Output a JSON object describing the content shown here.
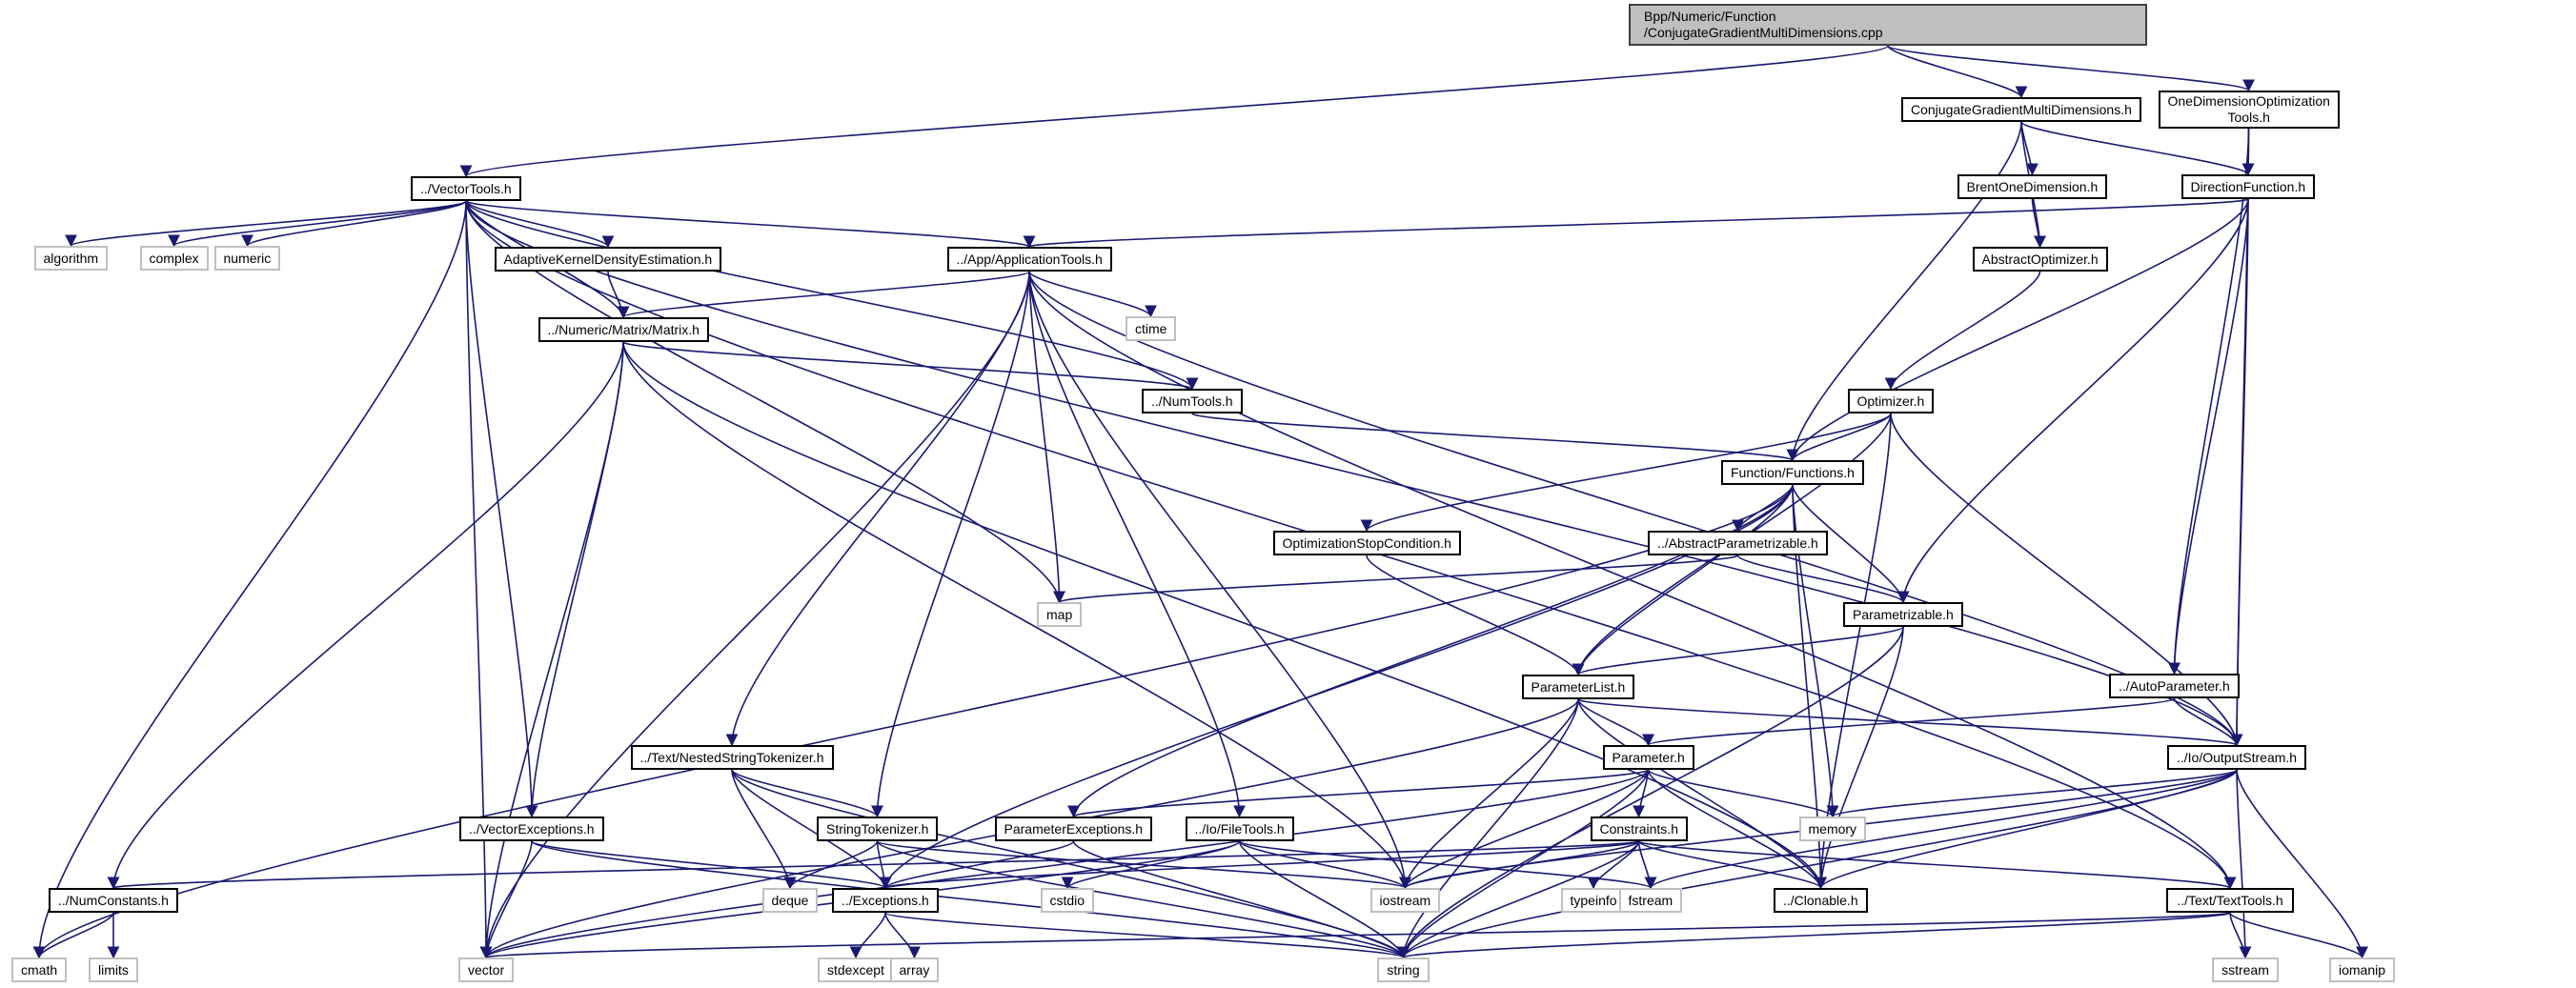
{
  "diagram": {
    "title": "Bpp/Numeric/Function/ConjugateGradientMultiDimensions.cpp include dependency graph",
    "colors": {
      "edge": "#191970",
      "root_fill": "#bfbfbf",
      "node_border": "#000000",
      "external_border": "#bfbfbf"
    },
    "nodes": [
      {
        "id": "root",
        "label": "Bpp/Numeric/Function\n/ConjugateGradientMultiDimensions.cpp",
        "kind": "root"
      },
      {
        "id": "cgmd",
        "label": "ConjugateGradientMultiDimensions.h",
        "kind": "file"
      },
      {
        "id": "odot",
        "label": "OneDimensionOptimization\nTools.h",
        "kind": "file"
      },
      {
        "id": "vectortools",
        "label": "../VectorTools.h",
        "kind": "file"
      },
      {
        "id": "brent",
        "label": "BrentOneDimension.h",
        "kind": "file"
      },
      {
        "id": "direction",
        "label": "DirectionFunction.h",
        "kind": "file"
      },
      {
        "id": "algorithm",
        "label": "algorithm",
        "kind": "ext"
      },
      {
        "id": "complex",
        "label": "complex",
        "kind": "ext"
      },
      {
        "id": "numeric",
        "label": "numeric",
        "kind": "ext"
      },
      {
        "id": "akde",
        "label": "AdaptiveKernelDensityEstimation.h",
        "kind": "file"
      },
      {
        "id": "apptools",
        "label": "../App/ApplicationTools.h",
        "kind": "file"
      },
      {
        "id": "absopt",
        "label": "AbstractOptimizer.h",
        "kind": "file"
      },
      {
        "id": "ctime",
        "label": "ctime",
        "kind": "ext"
      },
      {
        "id": "matrix",
        "label": "../Numeric/Matrix/Matrix.h",
        "kind": "file"
      },
      {
        "id": "numtools",
        "label": "../NumTools.h",
        "kind": "file"
      },
      {
        "id": "optimizer",
        "label": "Optimizer.h",
        "kind": "file"
      },
      {
        "id": "functions",
        "label": "Function/Functions.h",
        "kind": "file"
      },
      {
        "id": "optstop",
        "label": "OptimizationStopCondition.h",
        "kind": "file"
      },
      {
        "id": "absparam",
        "label": "../AbstractParametrizable.h",
        "kind": "file"
      },
      {
        "id": "map",
        "label": "map",
        "kind": "ext"
      },
      {
        "id": "parametrizable",
        "label": "Parametrizable.h",
        "kind": "file"
      },
      {
        "id": "paramlist",
        "label": "ParameterList.h",
        "kind": "file"
      },
      {
        "id": "autoparam",
        "label": "../AutoParameter.h",
        "kind": "file"
      },
      {
        "id": "nested",
        "label": "../Text/NestedStringTokenizer.h",
        "kind": "file"
      },
      {
        "id": "parameter",
        "label": "Parameter.h",
        "kind": "file"
      },
      {
        "id": "outputstream",
        "label": "../Io/OutputStream.h",
        "kind": "file"
      },
      {
        "id": "vecexc",
        "label": "../VectorExceptions.h",
        "kind": "file"
      },
      {
        "id": "strtok",
        "label": "StringTokenizer.h",
        "kind": "file"
      },
      {
        "id": "paramexc",
        "label": "ParameterExceptions.h",
        "kind": "file"
      },
      {
        "id": "filetools",
        "label": "../Io/FileTools.h",
        "kind": "file"
      },
      {
        "id": "constraints",
        "label": "Constraints.h",
        "kind": "file"
      },
      {
        "id": "memory",
        "label": "memory",
        "kind": "ext"
      },
      {
        "id": "numconst",
        "label": "../NumConstants.h",
        "kind": "file"
      },
      {
        "id": "deque",
        "label": "deque",
        "kind": "ext"
      },
      {
        "id": "exceptions",
        "label": "../Exceptions.h",
        "kind": "file"
      },
      {
        "id": "cstdio",
        "label": "cstdio",
        "kind": "ext"
      },
      {
        "id": "iostream",
        "label": "iostream",
        "kind": "ext"
      },
      {
        "id": "typeinfo",
        "label": "typeinfo",
        "kind": "ext"
      },
      {
        "id": "fstream",
        "label": "fstream",
        "kind": "ext"
      },
      {
        "id": "clonable",
        "label": "../Clonable.h",
        "kind": "file"
      },
      {
        "id": "texttools",
        "label": "../Text/TextTools.h",
        "kind": "file"
      },
      {
        "id": "cmath",
        "label": "cmath",
        "kind": "ext"
      },
      {
        "id": "limits",
        "label": "limits",
        "kind": "ext"
      },
      {
        "id": "vector",
        "label": "vector",
        "kind": "ext"
      },
      {
        "id": "stdexcept",
        "label": "stdexcept",
        "kind": "ext"
      },
      {
        "id": "array",
        "label": "array",
        "kind": "ext"
      },
      {
        "id": "string",
        "label": "string",
        "kind": "ext"
      },
      {
        "id": "sstream",
        "label": "sstream",
        "kind": "ext"
      },
      {
        "id": "iomanip",
        "label": "iomanip",
        "kind": "ext"
      }
    ],
    "edges": [
      [
        "root",
        "vectortools"
      ],
      [
        "root",
        "cgmd"
      ],
      [
        "root",
        "odot"
      ],
      [
        "cgmd",
        "brent"
      ],
      [
        "cgmd",
        "absopt"
      ],
      [
        "cgmd",
        "direction"
      ],
      [
        "cgmd",
        "functions"
      ],
      [
        "odot",
        "direction"
      ],
      [
        "odot",
        "outputstream"
      ],
      [
        "odot",
        "autoparam"
      ],
      [
        "brent",
        "absopt"
      ],
      [
        "direction",
        "apptools"
      ],
      [
        "direction",
        "functions"
      ],
      [
        "direction",
        "parametrizable"
      ],
      [
        "direction",
        "outputstream"
      ],
      [
        "direction",
        "autoparam"
      ],
      [
        "absopt",
        "optimizer"
      ],
      [
        "vectortools",
        "algorithm"
      ],
      [
        "vectortools",
        "complex"
      ],
      [
        "vectortools",
        "numeric"
      ],
      [
        "vectortools",
        "cmath"
      ],
      [
        "vectortools",
        "akde"
      ],
      [
        "vectortools",
        "apptools"
      ],
      [
        "vectortools",
        "matrix"
      ],
      [
        "vectortools",
        "numtools"
      ],
      [
        "vectortools",
        "map"
      ],
      [
        "vectortools",
        "vector"
      ],
      [
        "vectortools",
        "vecexc"
      ],
      [
        "vectortools",
        "outputstream"
      ],
      [
        "vectortools",
        "texttools"
      ],
      [
        "akde",
        "matrix"
      ],
      [
        "apptools",
        "matrix"
      ],
      [
        "apptools",
        "ctime"
      ],
      [
        "apptools",
        "map"
      ],
      [
        "apptools",
        "nested"
      ],
      [
        "apptools",
        "strtok"
      ],
      [
        "apptools",
        "filetools"
      ],
      [
        "apptools",
        "iostream"
      ],
      [
        "apptools",
        "vector"
      ],
      [
        "apptools",
        "outputstream"
      ],
      [
        "apptools",
        "texttools"
      ],
      [
        "matrix",
        "numtools"
      ],
      [
        "matrix",
        "numconst"
      ],
      [
        "matrix",
        "vecexc"
      ],
      [
        "matrix",
        "vector"
      ],
      [
        "matrix",
        "iostream"
      ],
      [
        "matrix",
        "clonable"
      ],
      [
        "numtools",
        "functions"
      ],
      [
        "optimizer",
        "functions"
      ],
      [
        "optimizer",
        "optstop"
      ],
      [
        "optimizer",
        "paramlist"
      ],
      [
        "optimizer",
        "clonable"
      ],
      [
        "optimizer",
        "outputstream"
      ],
      [
        "functions",
        "absparam"
      ],
      [
        "functions",
        "parametrizable"
      ],
      [
        "functions",
        "paramlist"
      ],
      [
        "functions",
        "paramexc"
      ],
      [
        "functions",
        "exceptions"
      ],
      [
        "functions",
        "memory"
      ],
      [
        "functions",
        "cmath"
      ],
      [
        "functions",
        "clonable"
      ],
      [
        "optstop",
        "paramlist"
      ],
      [
        "absparam",
        "parametrizable"
      ],
      [
        "absparam",
        "map"
      ],
      [
        "parametrizable",
        "paramlist"
      ],
      [
        "parametrizable",
        "clonable"
      ],
      [
        "parametrizable",
        "string"
      ],
      [
        "paramlist",
        "parameter"
      ],
      [
        "paramlist",
        "outputstream"
      ],
      [
        "paramlist",
        "clonable"
      ],
      [
        "paramlist",
        "iostream"
      ],
      [
        "paramlist",
        "string"
      ],
      [
        "paramlist",
        "vector"
      ],
      [
        "autoparam",
        "parameter"
      ],
      [
        "autoparam",
        "outputstream"
      ],
      [
        "parameter",
        "constraints"
      ],
      [
        "parameter",
        "paramexc"
      ],
      [
        "parameter",
        "memory"
      ],
      [
        "parameter",
        "clonable"
      ],
      [
        "parameter",
        "iostream"
      ],
      [
        "parameter",
        "string"
      ],
      [
        "parameter",
        "vector"
      ],
      [
        "outputstream",
        "memory"
      ],
      [
        "outputstream",
        "clonable"
      ],
      [
        "outputstream",
        "fstream"
      ],
      [
        "outputstream",
        "iostream"
      ],
      [
        "outputstream",
        "string"
      ],
      [
        "outputstream",
        "sstream"
      ],
      [
        "outputstream",
        "iomanip"
      ],
      [
        "nested",
        "strtok"
      ],
      [
        "nested",
        "deque"
      ],
      [
        "nested",
        "exceptions"
      ],
      [
        "nested",
        "string"
      ],
      [
        "strtok",
        "deque"
      ],
      [
        "strtok",
        "exceptions"
      ],
      [
        "strtok",
        "string"
      ],
      [
        "strtok",
        "iostream"
      ],
      [
        "paramexc",
        "exceptions"
      ],
      [
        "paramexc",
        "string"
      ],
      [
        "filetools",
        "cstdio"
      ],
      [
        "filetools",
        "iostream"
      ],
      [
        "filetools",
        "fstream"
      ],
      [
        "filetools",
        "string"
      ],
      [
        "filetools",
        "vector"
      ],
      [
        "constraints",
        "typeinfo"
      ],
      [
        "constraints",
        "fstream"
      ],
      [
        "constraints",
        "clonable"
      ],
      [
        "constraints",
        "texttools"
      ],
      [
        "constraints",
        "iostream"
      ],
      [
        "constraints",
        "string"
      ],
      [
        "constraints",
        "exceptions"
      ],
      [
        "constraints",
        "numconst"
      ],
      [
        "vecexc",
        "exceptions"
      ],
      [
        "vecexc",
        "vector"
      ],
      [
        "vecexc",
        "string"
      ],
      [
        "numconst",
        "cmath"
      ],
      [
        "numconst",
        "limits"
      ],
      [
        "exceptions",
        "stdexcept"
      ],
      [
        "exceptions",
        "array"
      ],
      [
        "exceptions",
        "string"
      ],
      [
        "texttools",
        "sstream"
      ],
      [
        "texttools",
        "iomanip"
      ],
      [
        "texttools",
        "string"
      ],
      [
        "texttools",
        "vector"
      ]
    ]
  }
}
